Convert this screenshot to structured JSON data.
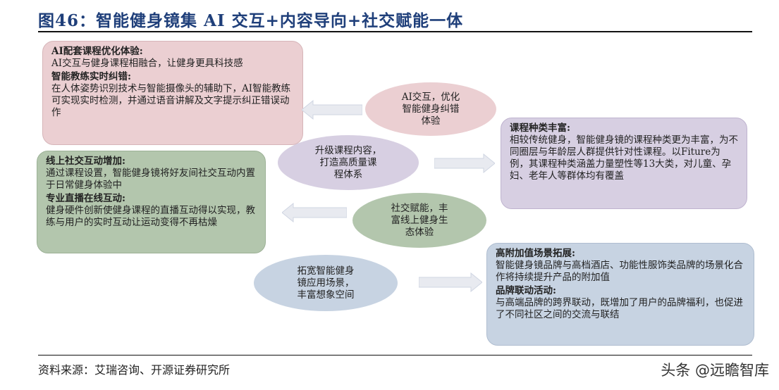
{
  "title": "图46：智能健身镜集 AI 交互+内容导向+社交赋能一体",
  "boxes": {
    "ai": {
      "h1": "AI配套课程优化体验:",
      "t1": "AI交互与健身课程相融合，让健身更具科技感",
      "h2": "智能教练实时纠错:",
      "t2": "在人体姿势识别技术与智能摄像头的辅助下，AI智能教练可实现实时检测，并通过语音讲解及文字提示纠正错误动作"
    },
    "social": {
      "h1": "线上社交互动增加:",
      "t1": "通过课程设置，智能健身镜将好友间社交互动内置于日常健身体验中",
      "h2": "专业直播在线互动:",
      "t2": "健身硬件创新使健身课程的直播互动得以实现，教练与用户的实时互动让运动变得不再枯燥"
    },
    "course": {
      "h1": "课程种类丰富:",
      "t1": "相较传统健身，智能健身镜的课程种类更为丰富，为不同圈层与年龄层人群提供针对性课程。以Fiture为例，其课程种类涵盖力量塑性等13大类，对儿童、孕妇、老年人等群体均有覆盖"
    },
    "value": {
      "h1": "高附加值场景拓展:",
      "t1": "智能健身镜品牌与高档酒店、功能性服饰类品牌的场景化合作将持续提升产品的附加值",
      "h2": "品牌联动活动:",
      "t2": "与高端品牌的跨界联动，既增加了用户的品牌福利，也促进了不同社区之间的交流与联结"
    }
  },
  "ellipses": {
    "ai": "AI交互，优化\n智能健身纠错\n体验",
    "content": "升级课程内容，\n打造高质量课\n程体系",
    "social": "社交赋能，丰\n富线上健身生\n态体验",
    "scene": "拓宽智能健身\n镜应用场景，\n丰富想象空间"
  },
  "colors": {
    "pink": "#ebcfd2",
    "green": "#b3c6ad",
    "purple": "#d7cfe2",
    "blue": "#c7d3e2",
    "arrow": "#c9d3e3",
    "title": "#1f3f7a"
  },
  "source": "资料来源：艾瑞咨询、开源证券研究所",
  "watermark": "头条 @远瞻智库"
}
